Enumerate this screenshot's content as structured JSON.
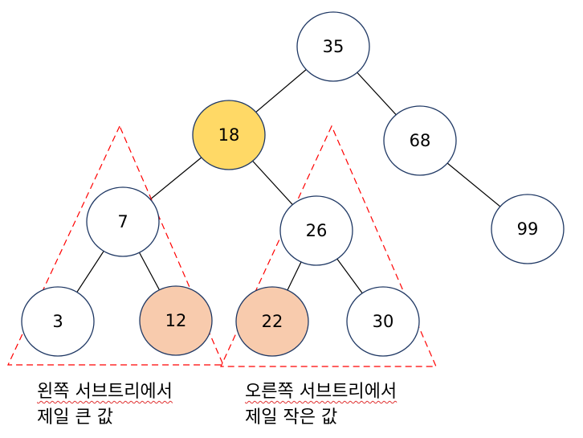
{
  "nodes": {
    "n35": {
      "label": "35",
      "fill": "#ffffff"
    },
    "n18": {
      "label": "18",
      "fill": "#ffd966"
    },
    "n68": {
      "label": "68",
      "fill": "#ffffff"
    },
    "n7": {
      "label": "7",
      "fill": "#ffffff"
    },
    "n26": {
      "label": "26",
      "fill": "#ffffff"
    },
    "n99": {
      "label": "99",
      "fill": "#ffffff"
    },
    "n3": {
      "label": "3",
      "fill": "#ffffff"
    },
    "n12": {
      "label": "12",
      "fill": "#f8cbad"
    },
    "n22": {
      "label": "22",
      "fill": "#f8cbad"
    },
    "n30": {
      "label": "30",
      "fill": "#ffffff"
    }
  },
  "edges": [
    [
      "n35",
      "n18"
    ],
    [
      "n35",
      "n68"
    ],
    [
      "n18",
      "n7"
    ],
    [
      "n18",
      "n26"
    ],
    [
      "n68",
      "n99"
    ],
    [
      "n7",
      "n3"
    ],
    [
      "n7",
      "n12"
    ],
    [
      "n26",
      "n22"
    ],
    [
      "n26",
      "n30"
    ]
  ],
  "colors": {
    "node_stroke": "#1f3864",
    "edge": "#000000",
    "subtree_outline": "#ff0000",
    "wavy_underline": "#e03030"
  },
  "captions": {
    "left": {
      "line1": "왼쪽 서브트리에서",
      "line2": "제일 큰 값"
    },
    "right": {
      "line1": "오른쪽 서브트리에서",
      "line2": "제일 작은 값"
    }
  }
}
